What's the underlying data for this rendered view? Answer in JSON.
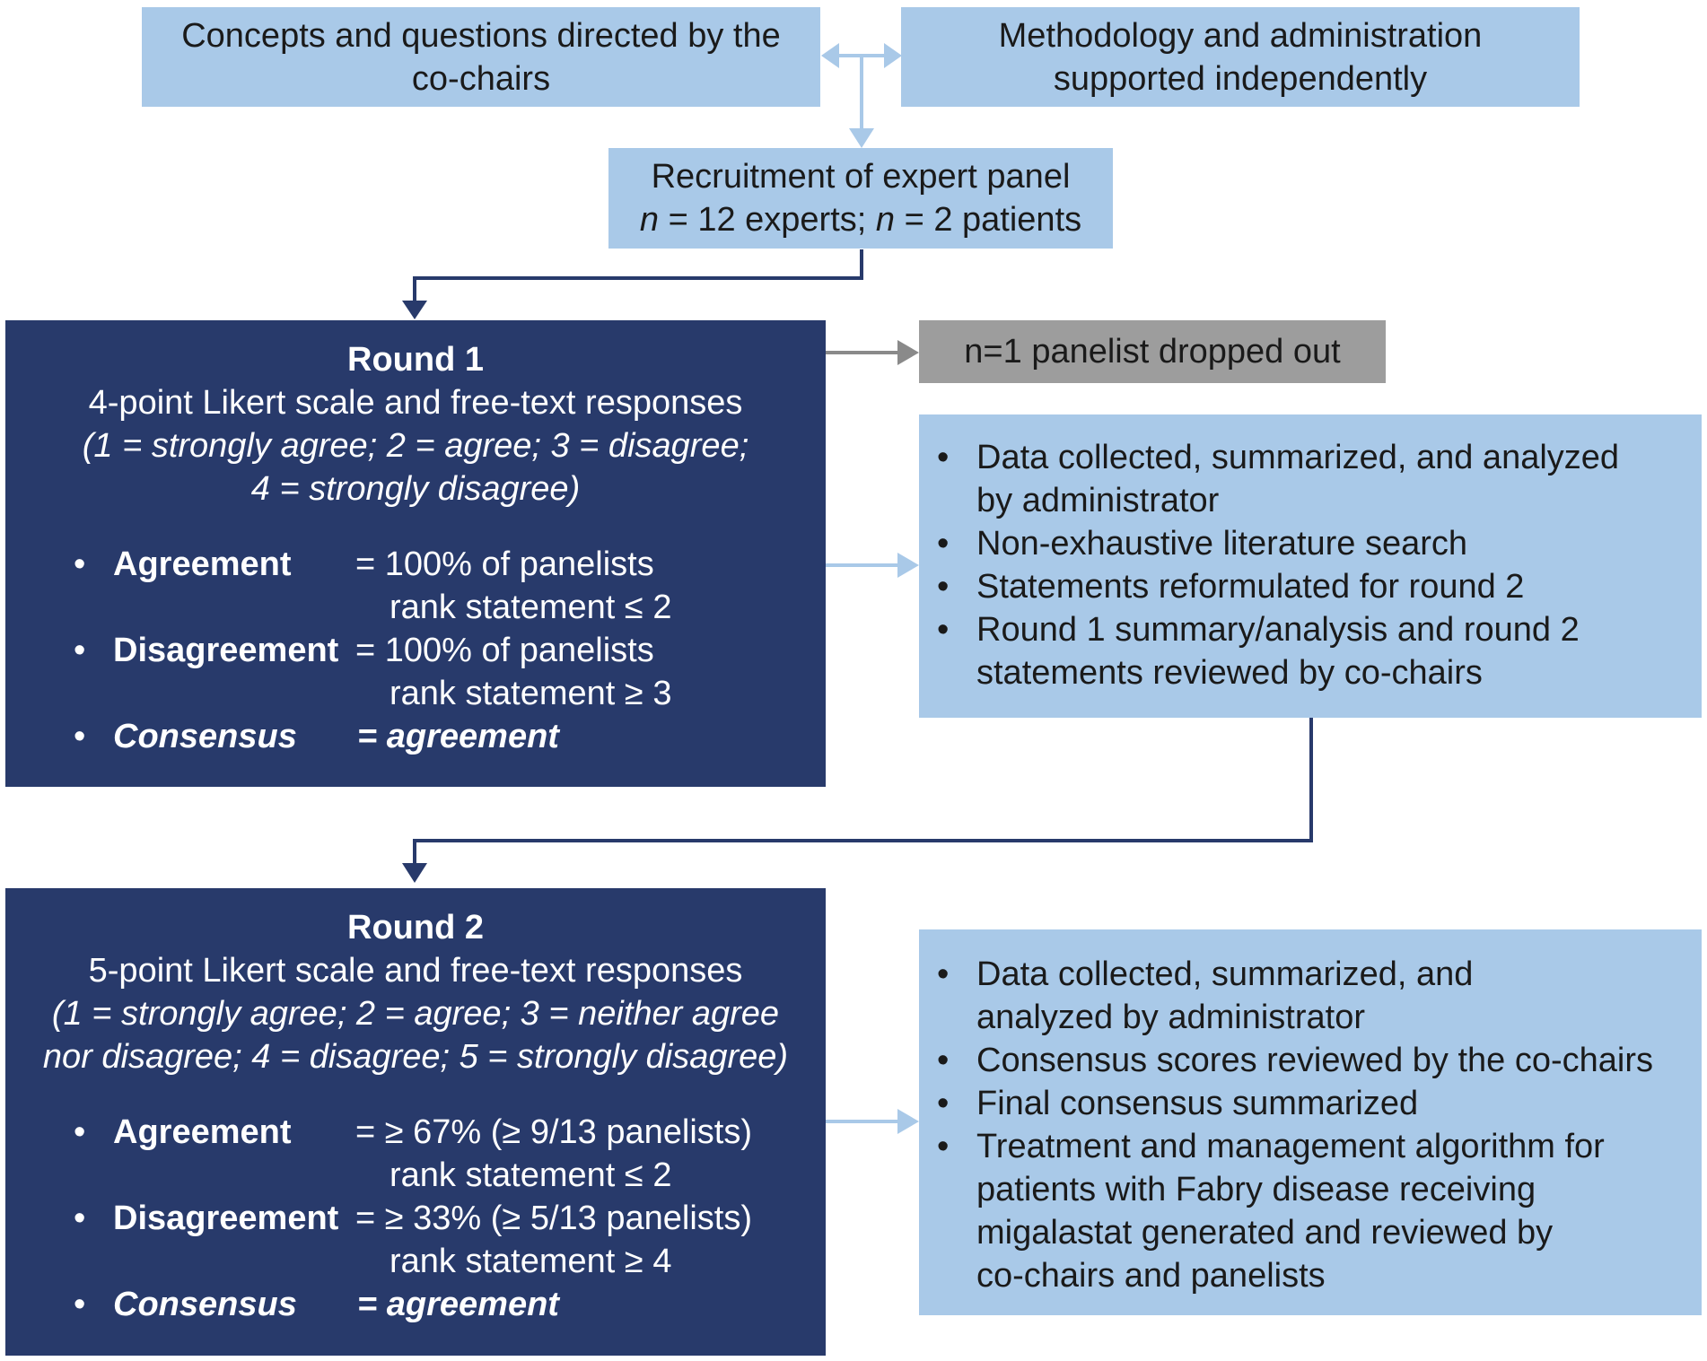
{
  "top_left": {
    "text_line1": "Concepts and questions directed by the",
    "text_line2": "co-chairs"
  },
  "top_right": {
    "text_line1": "Methodology and administration",
    "text_line2": "supported independently"
  },
  "recruitment": {
    "line1": "Recruitment of expert panel",
    "n_label": "n",
    "experts_rest": " = 12 experts; ",
    "patients_rest": " = 2 patients"
  },
  "dropout": {
    "text": "n=1 panelist dropped out"
  },
  "round1": {
    "title": "Round 1",
    "subtitle": "4-point Likert scale and free-text responses",
    "scale_line1": "(1 = strongly agree; 2 = agree; 3 = disagree;",
    "scale_line2": "4 = strongly disagree)",
    "criteria": [
      {
        "label": "Agreement",
        "value": "= 100% of panelists",
        "detail": "rank statement ≤ 2"
      },
      {
        "label": "Disagreement",
        "value": "= 100% of panelists",
        "detail": "rank statement ≥ 3"
      },
      {
        "label": "Consensus",
        "value": "= agreement"
      }
    ]
  },
  "round1_notes": {
    "items": [
      {
        "line1": "Data collected, summarized, and analyzed",
        "line2": "by administrator"
      },
      {
        "line1": "Non-exhaustive literature search"
      },
      {
        "line1": "Statements reformulated for round 2"
      },
      {
        "line1": "Round 1 summary/analysis and round 2",
        "line2": "statements reviewed by co-chairs"
      }
    ]
  },
  "round2": {
    "title": "Round 2",
    "subtitle": "5-point Likert scale and free-text responses",
    "scale_line1": "(1 = strongly agree; 2 = agree; 3 = neither agree",
    "scale_line2": "nor disagree; 4 = disagree; 5 = strongly disagree)",
    "criteria": [
      {
        "label": "Agreement",
        "value": "= ≥ 67% (≥ 9/13 panelists)",
        "detail": "rank statement ≤ 2"
      },
      {
        "label": "Disagreement",
        "value": "= ≥ 33% (≥ 5/13 panelists)",
        "detail": "rank statement ≥ 4"
      },
      {
        "label": "Consensus",
        "value": "= agreement"
      }
    ]
  },
  "round2_notes": {
    "items": [
      {
        "line1": "Data collected, summarized, and",
        "line2": "analyzed by administrator"
      },
      {
        "line1": "Consensus scores reviewed by the co-chairs"
      },
      {
        "line1": "Final consensus summarized"
      },
      {
        "line1": "Treatment and management algorithm for",
        "line2": "patients with Fabry disease receiving",
        "line3": "migalastat generated and reviewed by",
        "line4": "co-chairs and panelists"
      }
    ]
  },
  "colors": {
    "light_box": "#a9c9e8",
    "dark_box": "#283a6b",
    "grey_box": "#9d9d9d",
    "light_arrow": "#a9c9e8",
    "dark_arrow": "#283a6b",
    "grey_arrow": "#8a8a8a"
  }
}
